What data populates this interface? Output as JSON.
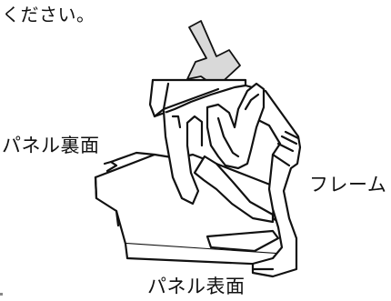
{
  "top_text": "ください。",
  "labels": {
    "panel_back": "パネル裏面",
    "frame": "フレーム",
    "panel_front": "パネル表面"
  },
  "colors": {
    "line": "#111111",
    "arrow_fill": "#d9d9d9",
    "background": "#ffffff"
  },
  "icons": {
    "arrow": "down-arrow-icon"
  }
}
